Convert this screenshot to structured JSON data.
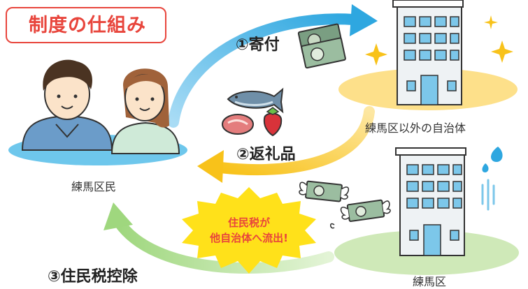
{
  "title": "制度の仕組み",
  "steps": {
    "donation": "①寄付",
    "gifts": "②返礼品",
    "deduction": "③住民税控除"
  },
  "labels": {
    "residents": "練馬区民",
    "other_municipality": "練馬区以外の自治体",
    "nerima": "練馬区"
  },
  "callout": {
    "line1": "住民税が",
    "line2": "他自治体へ流出!"
  },
  "colors": {
    "title_red": "#e8453c",
    "arrow_blue": "#2ea7e0",
    "arrow_yellow": "#f8c21a",
    "arrow_green": "#9fd77e",
    "burst_yellow": "#ffe11a"
  }
}
